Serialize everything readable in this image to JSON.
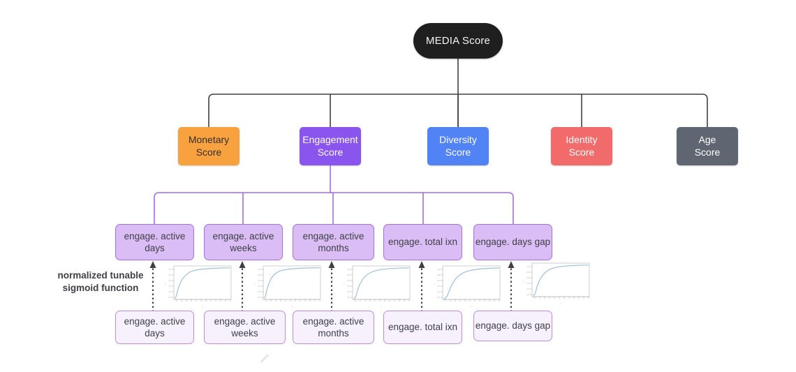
{
  "diagram": {
    "title": "MEDIA Score breakdown tree",
    "background": "#ffffff",
    "root": {
      "label": "MEDIA Score",
      "bg": "#1f1f1f",
      "fg": "#f2f2f2"
    },
    "categories": [
      {
        "id": "monetary",
        "line1": "Monetary",
        "line2": "Score",
        "bg": "#f8a13f",
        "fg": "#33302c"
      },
      {
        "id": "engagement",
        "line1": "Engagement",
        "line2": "Score",
        "bg": "#8a55ef",
        "fg": "#ffffff"
      },
      {
        "id": "diversity",
        "line1": "Diversity",
        "line2": "Score",
        "bg": "#5283f5",
        "fg": "#ffffff"
      },
      {
        "id": "identity",
        "line1": "Identity",
        "line2": "Score",
        "bg": "#f26b6b",
        "fg": "#ffffff"
      },
      {
        "id": "age",
        "line1": "Age",
        "line2": "Score",
        "bg": "#5f6672",
        "fg": "#ffffff"
      }
    ],
    "metrics": [
      {
        "id": "active-days",
        "line1": "engage.",
        "line2": "active days"
      },
      {
        "id": "active-weeks",
        "line1": "engage.",
        "line2": "active weeks"
      },
      {
        "id": "active-months",
        "line1": "engage.",
        "line2": "active months"
      },
      {
        "id": "total-ixn",
        "line1": "engage.",
        "line2": "total ixn"
      },
      {
        "id": "days-gap",
        "line1": "engage.",
        "line2": "days gap"
      }
    ],
    "raw_inputs": [
      {
        "id": "raw-active-days",
        "line1": "engage.",
        "line2": "active days"
      },
      {
        "id": "raw-active-weeks",
        "line1": "engage.",
        "line2": "active weeks"
      },
      {
        "id": "raw-active-months",
        "line1": "engage.",
        "line2": "active months"
      },
      {
        "id": "raw-total-ixn",
        "line1": "engage.",
        "line2": "total ixn"
      },
      {
        "id": "raw-days-gap",
        "line1": "engage.",
        "line2": "days gap"
      }
    ],
    "transform_label": {
      "line1": "normalized tunable",
      "line2": "sigmoid function"
    },
    "colors": {
      "root_bg": "#1f1f1f",
      "connector_level1": "#3f3f46",
      "connector_level2": "#a36ce8",
      "metric_fill": "#d9bdf4",
      "metric_border": "#a86ee6",
      "raw_fill": "#f7f1fd",
      "raw_border": "#bb8cec",
      "sigmoid_curve": "#9dc0e0",
      "arrow": "#3f3f46"
    }
  },
  "chart_data": [
    {
      "id": "sigmoid-active-days",
      "type": "line",
      "title": "",
      "xlabel": "x",
      "ylabel": "y",
      "xlim": [
        0,
        10
      ],
      "ylim": [
        0,
        1
      ],
      "grid": false,
      "legend": "none",
      "x": [
        0,
        0.5,
        1,
        1.5,
        2,
        2.5,
        3,
        4,
        5,
        6,
        7,
        8,
        9,
        10
      ],
      "y": [
        0.02,
        0.18,
        0.42,
        0.62,
        0.75,
        0.84,
        0.89,
        0.95,
        0.975,
        0.985,
        0.99,
        0.995,
        0.997,
        0.998
      ]
    },
    {
      "id": "sigmoid-active-weeks",
      "type": "line",
      "title": "",
      "xlabel": "x",
      "ylabel": "y",
      "xlim": [
        0,
        10
      ],
      "ylim": [
        0,
        1
      ],
      "grid": false,
      "legend": "none",
      "x": [
        0,
        0.5,
        1,
        1.5,
        2,
        2.5,
        3,
        4,
        5,
        6,
        7,
        8,
        9,
        10
      ],
      "y": [
        0.02,
        0.2,
        0.45,
        0.65,
        0.78,
        0.86,
        0.91,
        0.96,
        0.98,
        0.99,
        0.993,
        0.996,
        0.998,
        0.999
      ]
    },
    {
      "id": "sigmoid-active-months",
      "type": "line",
      "title": "",
      "xlabel": "x",
      "ylabel": "y",
      "xlim": [
        0,
        10
      ],
      "ylim": [
        0,
        1
      ],
      "grid": false,
      "legend": "none",
      "x": [
        0,
        0.5,
        1,
        1.5,
        2,
        2.5,
        3,
        4,
        5,
        6,
        7,
        8,
        9,
        10
      ],
      "y": [
        0.01,
        0.14,
        0.36,
        0.57,
        0.72,
        0.82,
        0.88,
        0.94,
        0.97,
        0.983,
        0.99,
        0.993,
        0.996,
        0.998
      ]
    },
    {
      "id": "sigmoid-total-ixn",
      "type": "line",
      "title": "",
      "xlabel": "x",
      "ylabel": "y",
      "xlim": [
        0,
        10
      ],
      "ylim": [
        0,
        1
      ],
      "grid": false,
      "legend": "none",
      "x": [
        0,
        0.5,
        1,
        1.5,
        2,
        2.5,
        3,
        4,
        5,
        6,
        7,
        8,
        9,
        10
      ],
      "y": [
        0.01,
        0.12,
        0.32,
        0.53,
        0.69,
        0.8,
        0.87,
        0.94,
        0.97,
        0.982,
        0.989,
        0.993,
        0.996,
        0.997
      ]
    },
    {
      "id": "sigmoid-days-gap",
      "type": "line",
      "title": "",
      "xlabel": "x",
      "ylabel": "y",
      "xlim": [
        0,
        10
      ],
      "ylim": [
        0,
        1
      ],
      "grid": false,
      "legend": "none",
      "x": [
        0,
        0.5,
        1,
        1.5,
        2,
        2.5,
        3,
        4,
        5,
        6,
        7,
        8,
        9,
        10
      ],
      "y": [
        0.01,
        0.15,
        0.38,
        0.59,
        0.74,
        0.84,
        0.9,
        0.95,
        0.975,
        0.986,
        0.991,
        0.995,
        0.997,
        0.998
      ]
    }
  ]
}
